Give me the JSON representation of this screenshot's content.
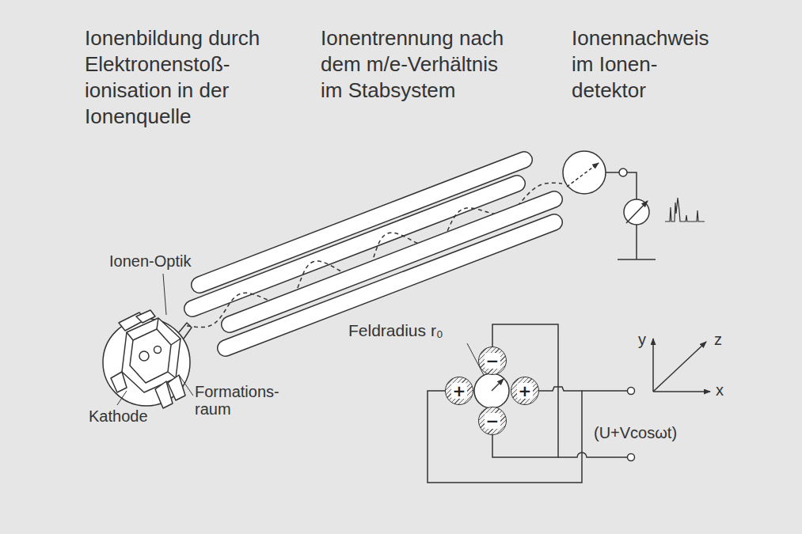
{
  "diagram": {
    "nodes": [
      {
        "text": [
          "−"
        ]
      },
      {
        "text": [
          "+"
        ]
      },
      {
        "text": [
          "+"
        ]
      },
      {
        "text": [
          "−"
        ]
      }
    ],
    "edges": [
      {
        "from": 1,
        "to": 2,
        "arrow": "none"
      },
      {
        "from": 0,
        "to": 3,
        "arrow": "none"
      }
    ],
    "labels": [
      "Ionenbildung durch Elektronenstoß- ionisation in der Ionenquelle",
      "Ionentrennung nach dem m/e-Verhältnis im Stabsystem",
      "Ionennachweis im Ionen- detektor",
      "Ionen-Optik",
      "Kathode",
      "Formations- raum",
      "Feldradius r₀",
      "(U+Vcosωt)",
      "y",
      "z",
      "x"
    ]
  }
}
